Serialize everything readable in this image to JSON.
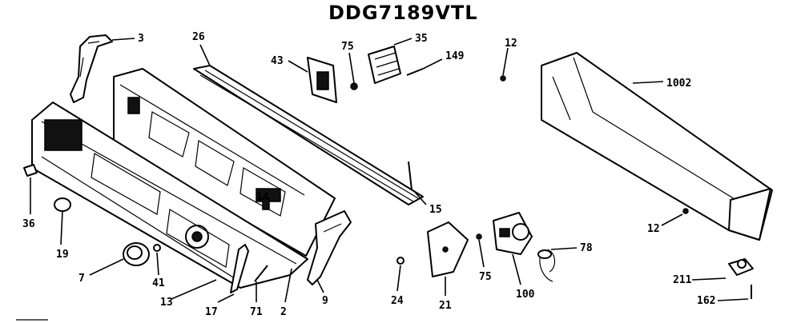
{
  "title": "DDG7189VTL",
  "callouts": [
    {
      "id": "3",
      "text": "3"
    },
    {
      "id": "26",
      "text": "26"
    },
    {
      "id": "43",
      "text": "43"
    },
    {
      "id": "75a",
      "text": "75"
    },
    {
      "id": "35",
      "text": "35"
    },
    {
      "id": "149",
      "text": "149"
    },
    {
      "id": "12a",
      "text": "12"
    },
    {
      "id": "1002",
      "text": "1002"
    },
    {
      "id": "14",
      "text": "14"
    },
    {
      "id": "36",
      "text": "36"
    },
    {
      "id": "19",
      "text": "19"
    },
    {
      "id": "7",
      "text": "7"
    },
    {
      "id": "41",
      "text": "41"
    },
    {
      "id": "13",
      "text": "13"
    },
    {
      "id": "17",
      "text": "17"
    },
    {
      "id": "71",
      "text": "71"
    },
    {
      "id": "2",
      "text": "2"
    },
    {
      "id": "9",
      "text": "9"
    },
    {
      "id": "15",
      "text": "15"
    },
    {
      "id": "24",
      "text": "24"
    },
    {
      "id": "21a",
      "text": "21"
    },
    {
      "id": "75b",
      "text": "75"
    },
    {
      "id": "100",
      "text": "100"
    },
    {
      "id": "78",
      "text": "78"
    },
    {
      "id": "12b",
      "text": "12"
    },
    {
      "id": "211",
      "text": "211"
    },
    {
      "id": "162",
      "text": "162"
    }
  ]
}
